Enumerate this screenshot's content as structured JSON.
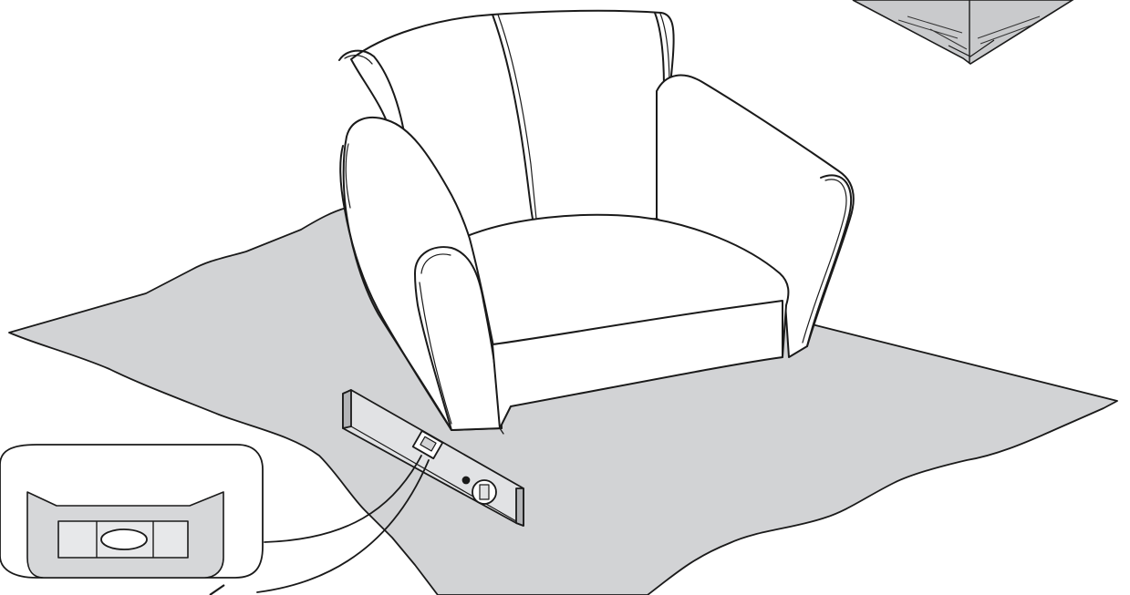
{
  "colors": {
    "background": "#ffffff",
    "ink": "#1a1a1a",
    "floor_mat": "#d2d3d5",
    "chair": "#ffffff",
    "level_body": "#e1e2e4",
    "level_end": "#b3b4b7",
    "box_corner": "#c9cacc",
    "callout_fill": "#ffffff",
    "callout_inner": "#d6d7d9"
  },
  "illustration": {
    "subject": "armchair",
    "tool": "spirit-level",
    "detail": "level-bubble-callout",
    "surface": "floor-mat"
  }
}
